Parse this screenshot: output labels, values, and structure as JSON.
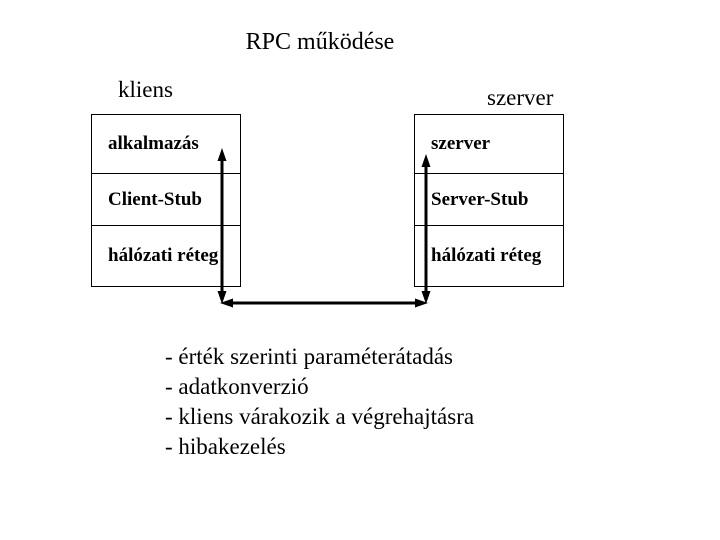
{
  "slide": {
    "title": "RPC működése",
    "client_label": "kliens",
    "server_label": "szerver"
  },
  "client_box": {
    "rows": [
      "alkalmazás",
      "Client-Stub",
      "hálózati réteg"
    ]
  },
  "server_box": {
    "rows": [
      "szerver",
      "Server-Stub",
      "hálózati réteg"
    ]
  },
  "notes": {
    "items": [
      "- érték szerinti paraméterátadás",
      "- adatkonverzió",
      "- kliens várakozik a végrehajtásra",
      "- hibakezelés"
    ]
  },
  "colors": {
    "background": "#ffffff",
    "line": "#000000",
    "text": "#000000"
  }
}
